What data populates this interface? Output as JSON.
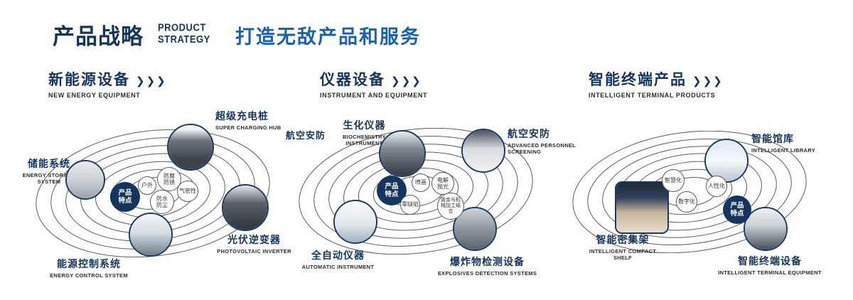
{
  "header": {
    "title": "产品战略",
    "sub_line1": "PRODUCT",
    "sub_line2": "STRATEGY",
    "slogan": "打造无敌产品和服务"
  },
  "sections": [
    {
      "title": "新能源设备",
      "subtitle": "NEW ENERGY EQUIPMENT",
      "arrows": "❯❯❯",
      "center_label": "产品特点",
      "features": [
        "户外",
        "防腐防锈",
        "气密性",
        "防水防尘"
      ],
      "items": [
        {
          "zh": "储能系统",
          "en": "ENERGY STORAGE SYSTEM"
        },
        {
          "zh": "超级充电桩",
          "en": "SUPER CHARGING HUB"
        },
        {
          "zh": "光伏逆变器",
          "en": "PHOTOVOLTAIC INVERTER"
        },
        {
          "zh": "能源控制系统",
          "en": "ENERGY CONTROL SYSTEM"
        }
      ]
    },
    {
      "title": "仪器设备",
      "subtitle": "INSTRUMENT AND EQUIPMENT",
      "arrows": "❯❯❯",
      "center_label": "产品特点",
      "extra_label": "航空安防",
      "features": [
        "喷画",
        "电解抛光",
        "零缺陷",
        "钣金与机械加工结合"
      ],
      "items": [
        {
          "zh": "生化仪器",
          "en": "BIOCHEMISTRY INSTRUMENT"
        },
        {
          "zh": "航空安防",
          "en": "ADVANCED PERSONNEL SCREENING"
        },
        {
          "zh": "全自动仪器",
          "en": "AUTOMATIC INSTRUMENT"
        },
        {
          "zh": "爆炸物检测设备",
          "en": "EXPLOSIVES DETECTION SYSTEMS"
        }
      ]
    },
    {
      "title": "智能终端产品",
      "subtitle": "INTELLIGENT TERMINAL PRODUCTS",
      "arrows": "❯❯❯",
      "center_label": "产品特点",
      "features": [
        "智慧化",
        "数字化",
        "人性化"
      ],
      "items": [
        {
          "zh": "智能馆库",
          "en": "INTELLIGENT LIBRARY"
        },
        {
          "zh": "智能密集架",
          "en": "INTELLIGENT COMPACT SHELF"
        },
        {
          "zh": "智能终端设备",
          "en": "INTELLIGENT TERMINAL EQUIPMENT"
        }
      ]
    }
  ]
}
